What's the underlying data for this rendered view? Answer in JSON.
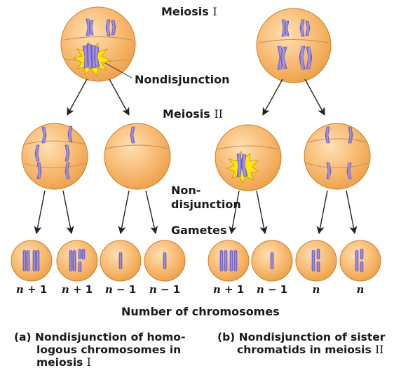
{
  "labels": {
    "meiosis1_prefix": "Meiosis",
    "meiosis1_roman": "I",
    "meiosis2_prefix": "Meiosis",
    "meiosis2_roman": "II",
    "gametes": "Gametes",
    "nondisjunction": "Nondisjunction",
    "non_line1": "Non-",
    "non_line2": "disjunction",
    "number_of_chromosomes": "Number of chromosomes"
  },
  "captions": {
    "a_line1": "(a) Nondisjunction of homo-",
    "a_line2": "logous chromosomes in",
    "a_line3_prefix": "meiosis",
    "a_line3_roman": "I",
    "b_line1": "(b) Nondisjunction of sister",
    "b_line2_prefix": "chromatids in meiosis",
    "b_line2_roman": "II"
  },
  "gametes": [
    {
      "symbol": "n",
      "suffix": "+ 1"
    },
    {
      "symbol": "n",
      "suffix": "+ 1"
    },
    {
      "symbol": "n",
      "suffix": "− 1"
    },
    {
      "symbol": "n",
      "suffix": "− 1"
    },
    {
      "symbol": "n",
      "suffix": "+ 1"
    },
    {
      "symbol": "n",
      "suffix": "− 1"
    },
    {
      "symbol": "n",
      "suffix": ""
    },
    {
      "symbol": "n",
      "suffix": ""
    }
  ],
  "colors": {
    "cell": "#f6b46a",
    "cell_edge": "#c97f2e",
    "chromosome": "#8f7ed6",
    "burst": "#ffe30a",
    "burst_edge": "#c8a400",
    "arrow": "#222222"
  }
}
